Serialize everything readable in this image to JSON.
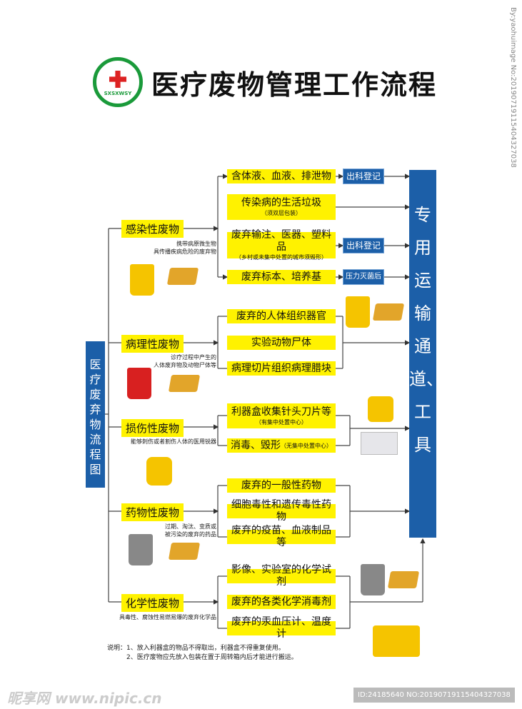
{
  "header": {
    "title": "医疗废物管理工作流程",
    "logo_text": "SXSXWSY"
  },
  "left_box": "医疗废弃物流程图",
  "right_box": "专用运输通道、工具",
  "categories": [
    {
      "label": "感染性废物",
      "desc": [
        "携带病原微生物",
        "具传播疾病危险的废弃物"
      ]
    },
    {
      "label": "病理性废物",
      "desc": [
        "诊疗过程中产生的",
        "人体废弃物及动物尸体等"
      ]
    },
    {
      "label": "损伤性废物",
      "desc": [
        "能够刺伤或者割伤人体的医用锐器"
      ]
    },
    {
      "label": "药物性废物",
      "desc": [
        "过期、淘汰、变质或",
        "被污染的废弃的药品"
      ]
    },
    {
      "label": "化学性废物",
      "desc": [
        "具毒性、腐蚀性易燃易爆的废弃化学品"
      ]
    }
  ],
  "items": [
    {
      "label": "含体液、血液、排泄物",
      "tag": "出科登记"
    },
    {
      "label": "传染病的生活垃圾",
      "sub": "（须双层包装）"
    },
    {
      "label": "废弃输注、医器、塑料品",
      "sub": "（乡村或未集中处置的城市须毁形）",
      "tag": "出科登记"
    },
    {
      "label": "废弃标本、培养基",
      "tag": "压力灭菌后收集"
    },
    {
      "label": "废弃的人体组织器官"
    },
    {
      "label": "实验动物尸体"
    },
    {
      "label": "病理切片组织病理腊块"
    },
    {
      "label": "利器盒收集针头刀片等",
      "sub": "（有集中处置中心）"
    },
    {
      "label": "消毒、毁形",
      "inline_sub": "（无集中处置中心）"
    },
    {
      "label": "废弃的一般性药物"
    },
    {
      "label": "细胞毒性和遗传毒性药物"
    },
    {
      "label": "废弃的疫苗、血液制品等"
    },
    {
      "label": "影像、实验室的化学试剂"
    },
    {
      "label": "废弃的各类化学消毒剂"
    },
    {
      "label": "废弃的汞血压计、温度计"
    }
  ],
  "notes": [
    "说明：1、放入利器盒的物品不得取出，利器盒不得重复使用。",
    "　　　2、医疗废物应先放入包装在置于周转箱内后才能进行搬运。"
  ],
  "watermarks": {
    "site": "昵享网 www.nipic.cn",
    "id": "ID:24185640 NO:20190719115404327038",
    "side": "By:yaohuimage No:20190719115404327038"
  },
  "colors": {
    "yellow": "#fff200",
    "blue": "#1c5fa8",
    "green": "#1a9a3a"
  }
}
